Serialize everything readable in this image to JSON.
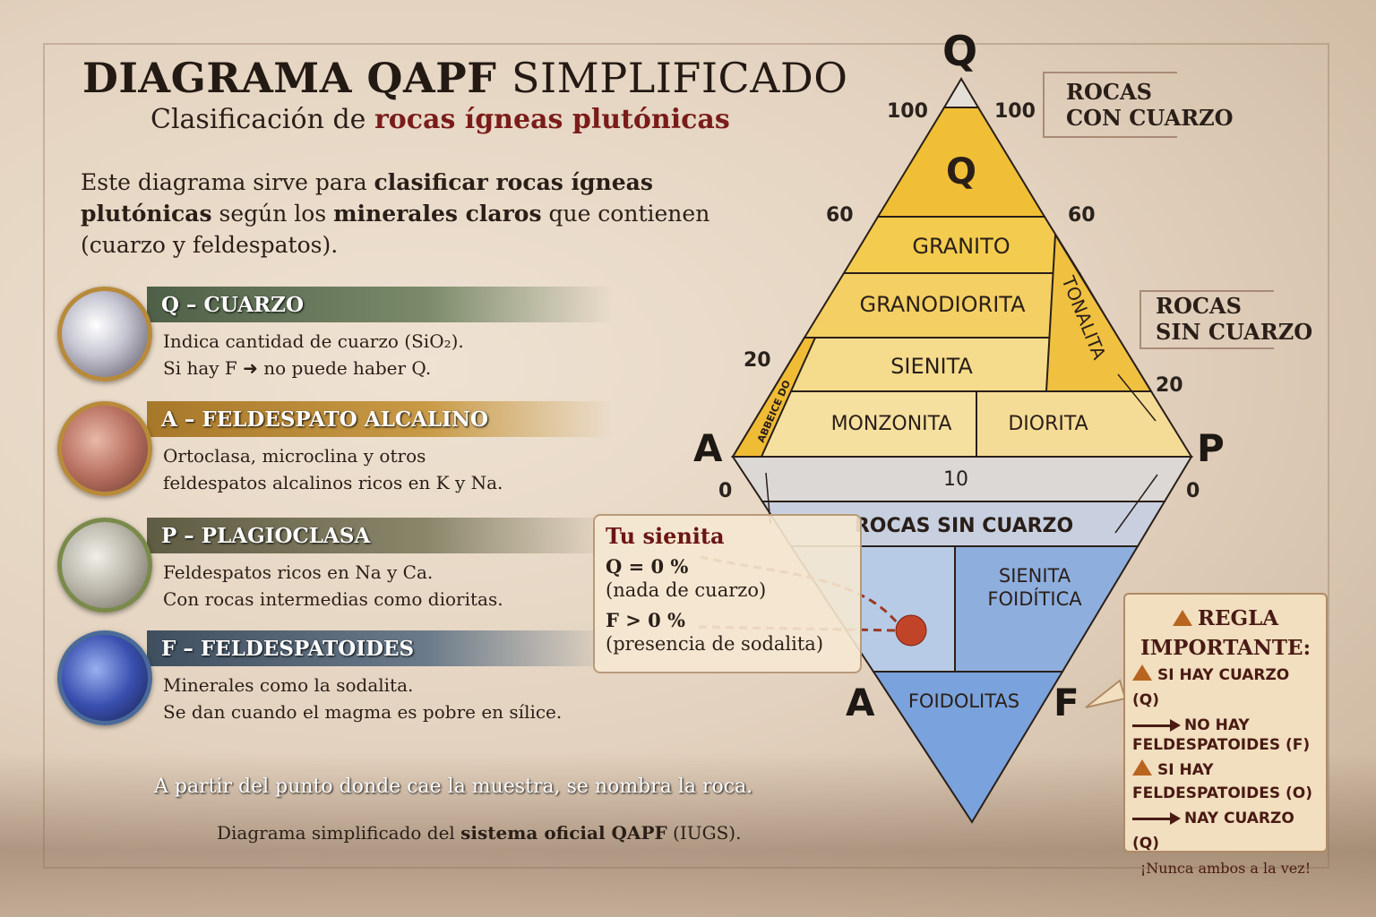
{
  "title": {
    "bold": "DIAGRAMA QAPF",
    "rest": "SIMPLIFICADO"
  },
  "subtitle": {
    "prefix": "Clasificación de",
    "highlight": "rocas ígneas plutónicas"
  },
  "intro": {
    "p1": "Este diagrama sirve para ",
    "b1": "clasificar rocas ígneas plutónicas",
    "p2": " según los ",
    "b2": "minerales claros",
    "p3": " que contienen (cuarzo y feldespatos)."
  },
  "minerals": [
    {
      "title": "Q – CUARZO",
      "line1": "Indica cantidad de cuarzo (SiO₂).",
      "line2": "Si hay F ➜ no puede haber Q.",
      "color": "#5a6a4a",
      "icon": "quartz-crystal-icon"
    },
    {
      "title": "A – FELDESPATO ALCALINO",
      "line1": "Ortoclasa, microclina y otros",
      "line2": "feldespatos alcalinos ricos en K y Na.",
      "color": "#b8862e",
      "icon": "alkali-feldspar-icon"
    },
    {
      "title": "P – PLAGIOCLASA",
      "line1": "Feldespatos ricos en Na y Ca.",
      "line2": "Con rocas intermedias como dioritas.",
      "color": "#6f6a50",
      "icon": "plagioclase-icon"
    },
    {
      "title": "F – FELDESPATOIDES",
      "line1": "Minerales como la sodalita.",
      "line2": "Se dan cuando el magma es pobre en sílice.",
      "color": "#4a5a6a",
      "icon": "sodalite-icon"
    }
  ],
  "diagram": {
    "vertices": {
      "q": "Q",
      "a": "A",
      "p": "P",
      "a2": "A",
      "f": "F"
    },
    "ticks": {
      "q_left": "100",
      "q_right": "100",
      "l60": "60",
      "r60": "60",
      "l20": "20",
      "r20": "20",
      "l0": "0",
      "r0": "0",
      "mid10": "10"
    },
    "fields": {
      "q": "Q",
      "granito": "Granito",
      "granodiorita": "Granodiorita",
      "tonalita": "Tonalita",
      "sienita": "Sienita",
      "monzonita": "Monzonita",
      "diorita": "Diorita",
      "alkali_strip": "ABBEICE DO",
      "rocas_sin_cuarzo": "ROCAS SIN CUARZO",
      "sienita_foiditica_1": "Sienita",
      "sienita_foiditica_2": "Foidítica",
      "foidolitas": "Foidolitas"
    },
    "colors": {
      "upper": "#f3c846",
      "lower": "#8fb0dc",
      "neutral": "#d9d6d6"
    }
  },
  "side_labels": {
    "con_cuarzo_1": "ROCAS",
    "con_cuarzo_2": "CON CUARZO",
    "sin_cuarzo_1": "ROCAS",
    "sin_cuarzo_2": "SIN CUARZO"
  },
  "sample": {
    "heading": "Tu sienita",
    "q": "Q = 0 %",
    "q_note": "(nada de cuarzo)",
    "f": "F > 0 %",
    "f_note": "(presencia de sodalita)"
  },
  "rule": {
    "heading1": "REGLA",
    "heading2": "IMPORTANTE:",
    "r1a": "SI HAY CUARZO (Q)",
    "r1b": "NO HAY",
    "r1c": "FELDESPATOIDES (F)",
    "r2a": "SI HAY",
    "r2b": "FELDESPATOIDES (O)",
    "r2c": "NAY CUARZO (Q)",
    "note": "¡Nunca ambos a la vez!"
  },
  "footer": {
    "line1": "A partir del punto donde cae la muestra, se nombra la roca.",
    "line2_a": "Diagrama simplificado del ",
    "line2_b": "sistema oficial QAPF",
    "line2_c": " (IUGS)."
  }
}
